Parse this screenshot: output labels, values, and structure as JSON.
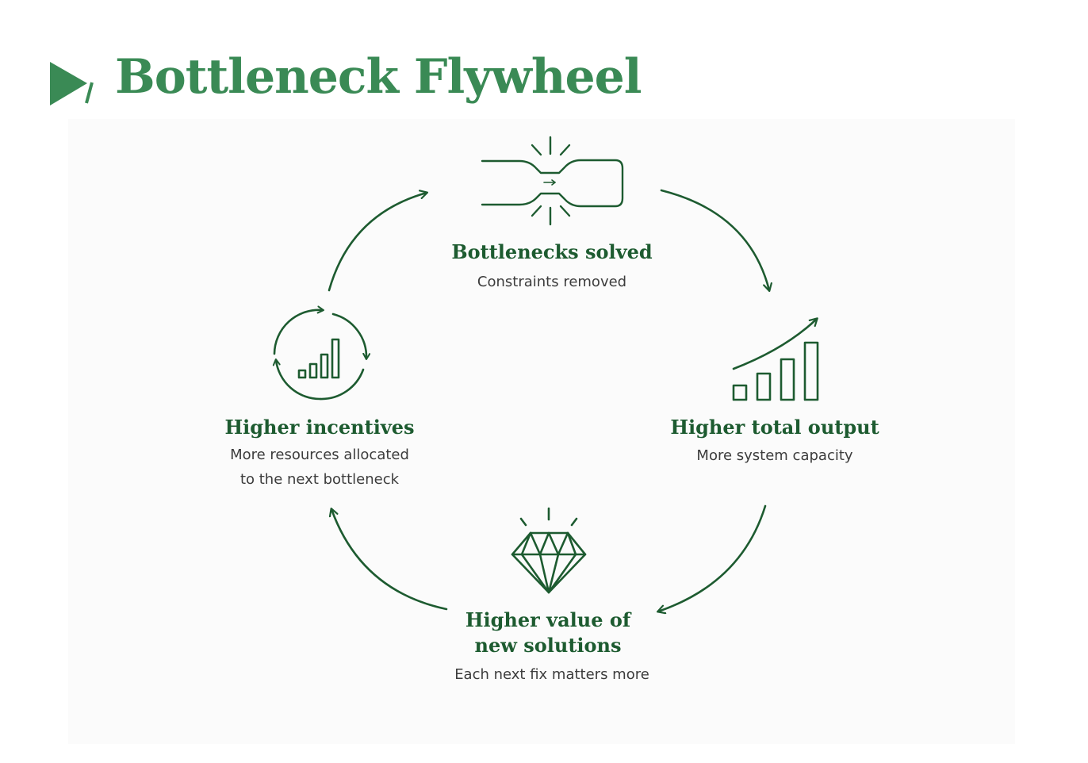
{
  "header": {
    "title": "Bottleneck Flywheel"
  },
  "colors": {
    "accent": "#3a8a55",
    "ink": "#1d5b30",
    "text": "#3c3c3c"
  },
  "nodes": [
    {
      "id": "top",
      "title": "Bottlenecks solved",
      "subtitle": "Constraints removed",
      "icon": "bottleneck-pipe-icon"
    },
    {
      "id": "right",
      "title": "Higher total output",
      "subtitle": "More system capacity",
      "icon": "growth-bar-chart-icon"
    },
    {
      "id": "bottom",
      "title_line1": "Higher value of",
      "title_line2": "new solutions",
      "subtitle": "Each next fix matters more",
      "icon": "diamond-icon"
    },
    {
      "id": "left",
      "title": "Higher incentives",
      "subtitle_line1": "More resources allocated",
      "subtitle_line2": "to the next bottleneck",
      "icon": "cycle-bar-chart-icon"
    }
  ]
}
